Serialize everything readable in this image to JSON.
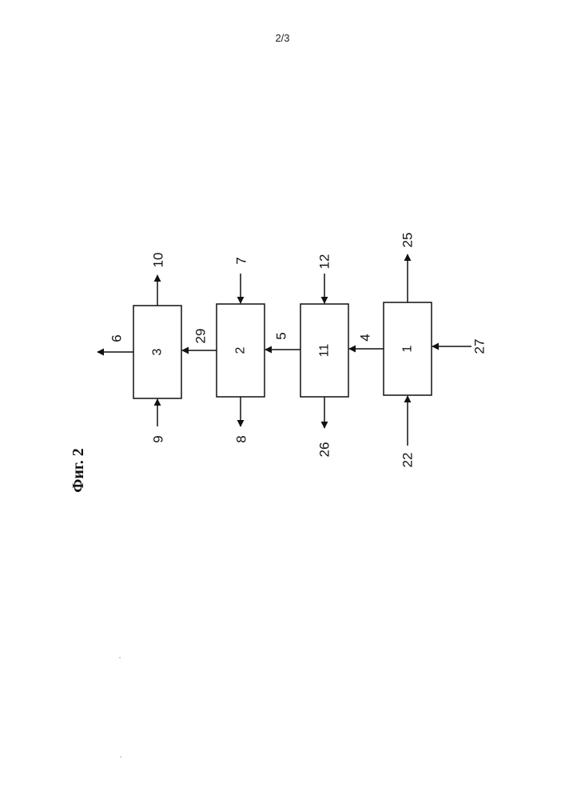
{
  "page_number": "2/3",
  "figure_caption": "Фиг. 2",
  "blocks": {
    "b3": "3",
    "b2": "2",
    "b11": "11",
    "b1": "1"
  },
  "streams": {
    "s6": "6",
    "s10": "10",
    "s9": "9",
    "s7": "7",
    "s29": "29",
    "s8": "8",
    "s12": "12",
    "s5": "5",
    "s26": "26",
    "s25": "25",
    "s4": "4",
    "s22": "22",
    "s27": "27"
  }
}
